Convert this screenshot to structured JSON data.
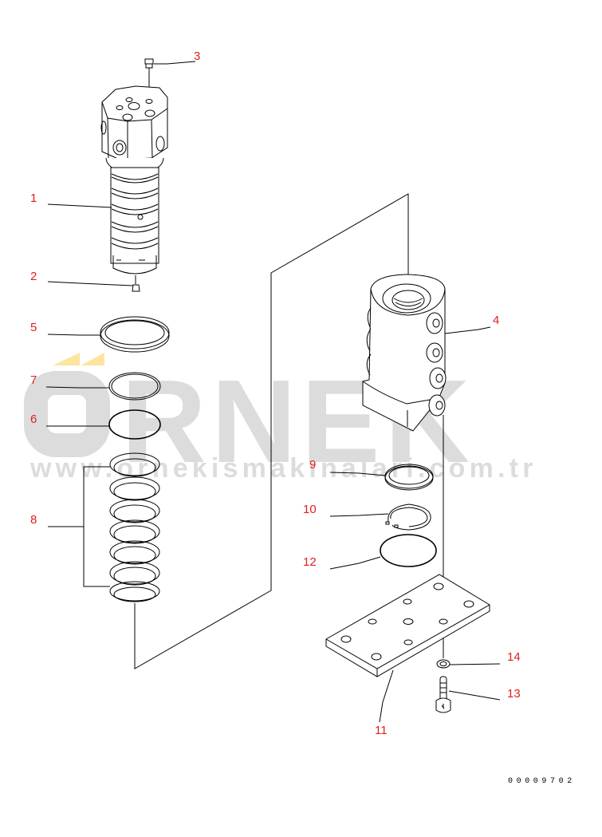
{
  "watermark": {
    "brand": "ÖRNEK",
    "brand_letters": "RNEK",
    "url": "www.ornekismakinalari.com.tr",
    "text_color": "#dcdcdc",
    "accent_color": "#fde4a0"
  },
  "drawing": {
    "number": "00009702",
    "line_color": "#000000",
    "callout_color": "#e02020"
  },
  "callouts": [
    {
      "id": "1",
      "label": "1",
      "part": "valve-cartridge"
    },
    {
      "id": "2",
      "label": "2",
      "part": "plug-bottom"
    },
    {
      "id": "3",
      "label": "3",
      "part": "plug-top"
    },
    {
      "id": "4",
      "label": "4",
      "part": "valve-body"
    },
    {
      "id": "5",
      "label": "5",
      "part": "backup-ring"
    },
    {
      "id": "6",
      "label": "6",
      "part": "o-ring"
    },
    {
      "id": "7",
      "label": "7",
      "part": "ring"
    },
    {
      "id": "8",
      "label": "8",
      "part": "seal-ring-set"
    },
    {
      "id": "9",
      "label": "9",
      "part": "ring"
    },
    {
      "id": "10",
      "label": "10",
      "part": "snap-ring"
    },
    {
      "id": "11",
      "label": "11",
      "part": "plate"
    },
    {
      "id": "12",
      "label": "12",
      "part": "o-ring"
    },
    {
      "id": "13",
      "label": "13",
      "part": "bolt"
    },
    {
      "id": "14",
      "label": "14",
      "part": "washer"
    }
  ]
}
